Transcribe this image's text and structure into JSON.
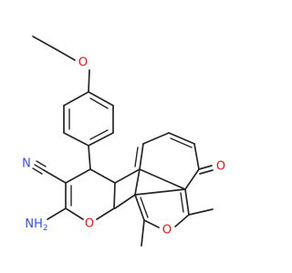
{
  "atoms": {
    "oxygen_ether": "O",
    "oxygen_pyran": "O",
    "oxygen_furan": "O",
    "oxygen_ketone": "O",
    "nitrogen_nitrile": "N",
    "amine_n": "NH",
    "amine_sub": "2"
  },
  "colors": {
    "oxygen": "#ff0d0d",
    "nitrogen": "#3050f8",
    "bond": "#262626"
  }
}
